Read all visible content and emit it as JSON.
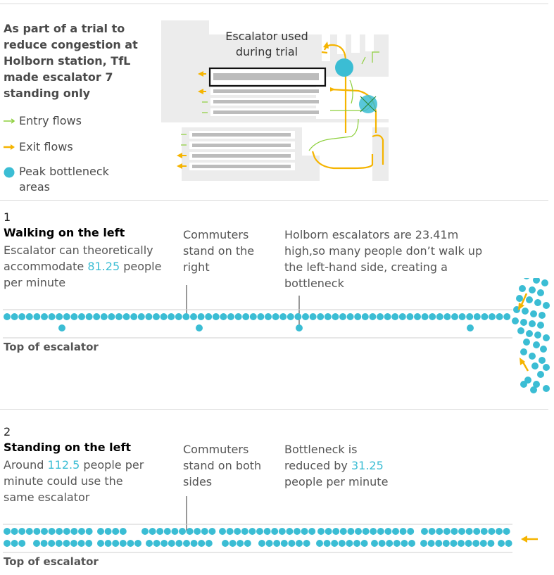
{
  "colors": {
    "blue": "#3bbdd4",
    "entry": "#8ccf3a",
    "exit": "#f5b400",
    "text": "#4a4a4a",
    "rule": "#dcdcdc"
  },
  "intro": "As part of a trial to reduce congestion at Holborn station, TfL made escalator 7 standing only",
  "legend": {
    "entry": "Entry flows",
    "exit": "Exit flows",
    "bottleneck": "Peak bottleneck areas"
  },
  "map": {
    "label": "Escalator used during trial"
  },
  "section1": {
    "number": "1",
    "heading": "Walking on the left",
    "desc_pre": "Escalator can theoretically accommodate ",
    "desc_value": "81.25",
    "desc_post": " people per minute",
    "note1": "Commuters stand on the right",
    "note2": "Holborn escalators are 23.41m high,so many people don’t walk up the left-hand side, creating a bottleneck",
    "top_label": "Top of escalator"
  },
  "section2": {
    "number": "2",
    "heading": "Standing on the left",
    "desc_pre": "Around ",
    "desc_value": "112.5",
    "desc_post": " people per minute could use the same escalator",
    "note1": "Commuters stand on both sides",
    "note2_pre": "Bottleneck is reduced by ",
    "note2_value": "31.25",
    "note2_post": " people per minute",
    "top_label": "Top of escalator"
  }
}
